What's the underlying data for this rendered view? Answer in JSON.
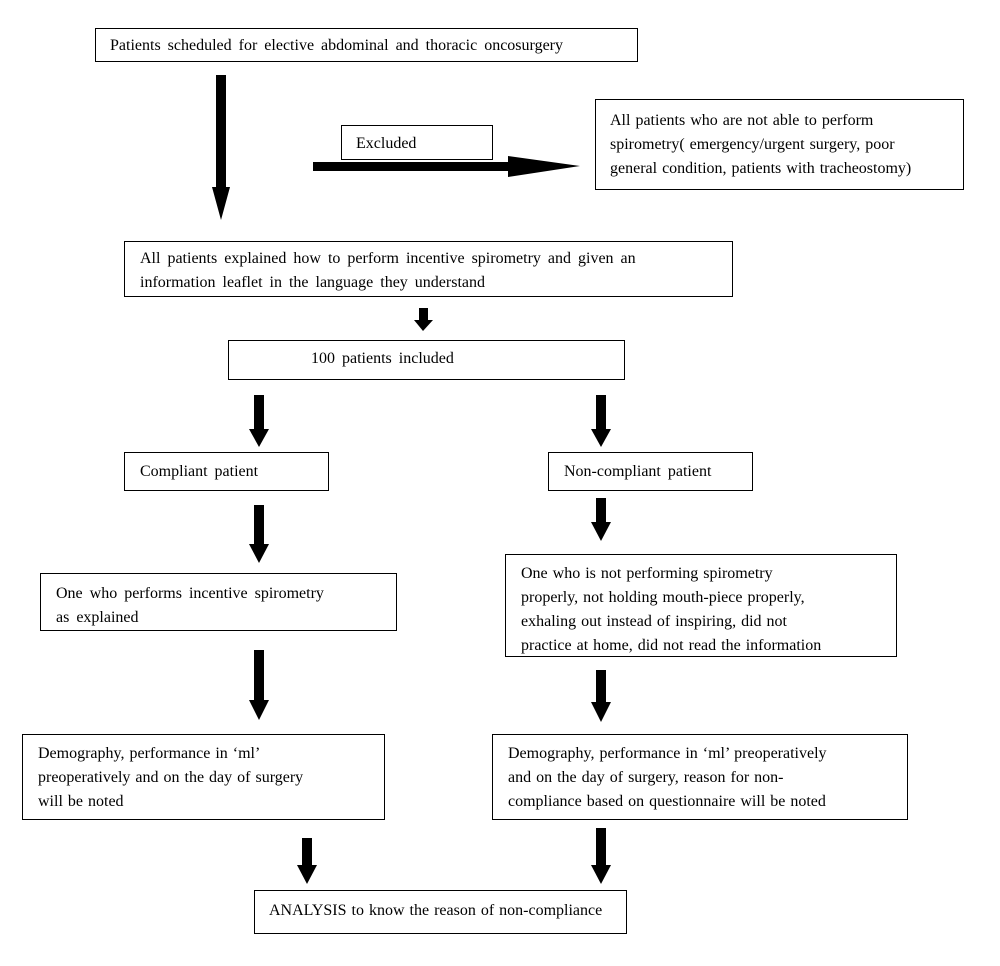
{
  "nodes": {
    "scheduled": {
      "lines": [
        "Patients scheduled  for elective abdominal and thoracic oncosurgery"
      ]
    },
    "excluded_label": {
      "lines": [
        "Excluded"
      ]
    },
    "excluded_criteria": {
      "lines": [
        "All patients who are not able to perform",
        "spirometry( emergency/urgent surgery, poor",
        "general condition, patients with tracheostomy)"
      ]
    },
    "explained": {
      "lines": [
        "All patients explained how to perform incentive spirometry and given an",
        "information leaflet in the language they understand"
      ]
    },
    "included": {
      "lines": [
        "100 patients included"
      ]
    },
    "compliant": {
      "lines": [
        "Compliant patient"
      ]
    },
    "noncompliant": {
      "lines": [
        "Non-compliant patient"
      ]
    },
    "compliant_def": {
      "lines": [
        "One who performs incentive spirometry",
        "as explained"
      ]
    },
    "noncompliant_def": {
      "lines": [
        "One who is not performing spirometry",
        "properly, not holding mouth-piece properly,",
        "exhaling out instead of inspiring, did not",
        "practice at home, did not read the information"
      ]
    },
    "compliant_data": {
      "lines": [
        "Demography, performance in ‘ml’",
        "preoperatively and on the day of surgery",
        "will be noted"
      ]
    },
    "noncompliant_data": {
      "lines": [
        "Demography, performance in ‘ml’ preoperatively",
        "and on the day of surgery, reason for non-",
        "compliance based on questionnaire  will be noted"
      ]
    },
    "analysis": {
      "lines": [
        "ANALYSIS to know  the reason of non-compliance"
      ]
    }
  }
}
